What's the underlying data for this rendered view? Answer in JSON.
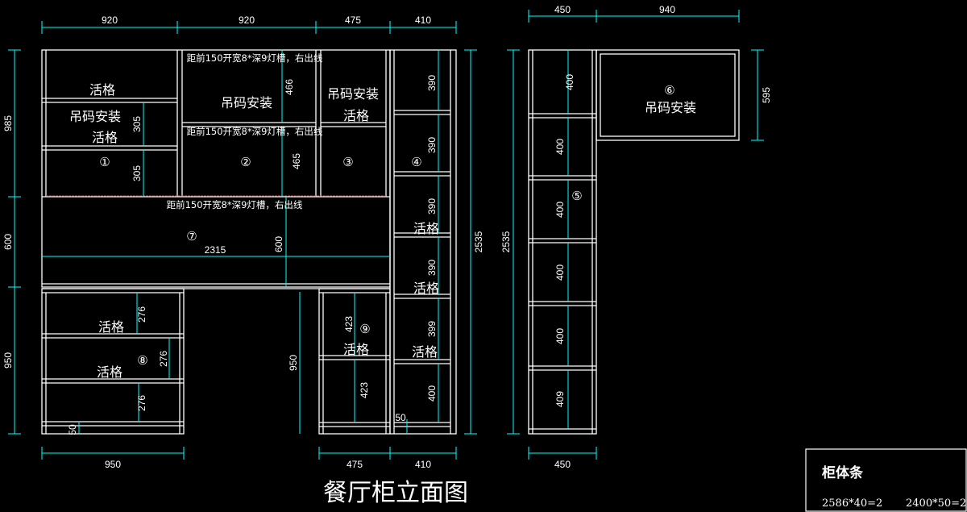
{
  "drawing": {
    "title": "餐厅柜立面图",
    "colors": {
      "background": "#000000",
      "cabinet_line": "#ffffff",
      "dimension_line": "#00ffff",
      "accent_line": "#ff4444"
    }
  },
  "top_dims_left": [
    "920",
    "920",
    "475",
    "410"
  ],
  "top_dims_right": [
    "450",
    "940"
  ],
  "bottom_dims_left": [
    "950",
    "475",
    "410"
  ],
  "bottom_dims_right": [
    "450"
  ],
  "left_dims": [
    "985",
    "600",
    "950"
  ],
  "side_overall_1": "2535",
  "side_overall_2": "2535",
  "side_dim_6": "595",
  "inner_dims": {
    "c1_a": "305",
    "c1_b": "305",
    "c2_a": "466",
    "c2_b": "465",
    "c4": [
      "390",
      "390",
      "390",
      "390",
      "399",
      "400"
    ],
    "c4_base": "50",
    "c7_width": "2315",
    "c7_height": "600",
    "c8": [
      "276",
      "276",
      "276"
    ],
    "c8_base": "50",
    "c9_a": "423",
    "c9_b": "423",
    "low_gap": "950",
    "c5": [
      "400",
      "400",
      "400",
      "400",
      "400",
      "409"
    ]
  },
  "labels": {
    "huoge": "活格",
    "diaoma": "吊码安装",
    "note_light": "距前150开宽8*深9灯槽，右出线"
  },
  "numbers": [
    "①",
    "②",
    "③",
    "④",
    "⑤",
    "⑥",
    "⑦",
    "⑧",
    "⑨"
  ],
  "title_block": {
    "heading": "柜体条",
    "item_1": "2586*40=2",
    "item_2": "2400*50=2"
  }
}
